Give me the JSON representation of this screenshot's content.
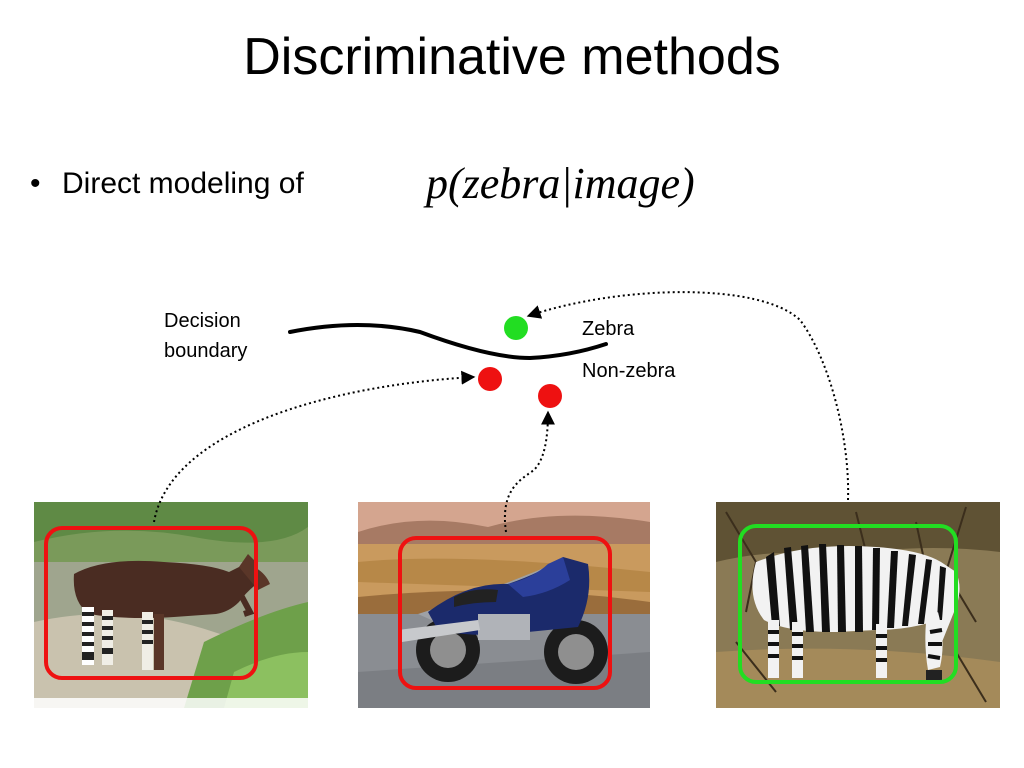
{
  "slide": {
    "title": "Discriminative methods",
    "bullet_symbol": "•",
    "bullet_text": "Direct modeling of",
    "formula": "p(zebra|image)"
  },
  "diagram": {
    "decision_boundary_label": "Decision boundary",
    "decision_boundary_label_line1": "Decision",
    "decision_boundary_label_line2": "boundary",
    "class_positive_label": "Zebra",
    "class_negative_label": "Non-zebra",
    "points": [
      {
        "class": "zebra",
        "color": "#22dd22"
      },
      {
        "class": "non-zebra",
        "color": "#ee1111"
      },
      {
        "class": "non-zebra",
        "color": "#ee1111"
      }
    ]
  },
  "images": [
    {
      "subject": "okapi",
      "box_color": "#ee1111",
      "label_class": "non-zebra"
    },
    {
      "subject": "motorcycle",
      "box_color": "#ee1111",
      "label_class": "non-zebra"
    },
    {
      "subject": "zebra",
      "box_color": "#22dd22",
      "label_class": "zebra"
    }
  ]
}
